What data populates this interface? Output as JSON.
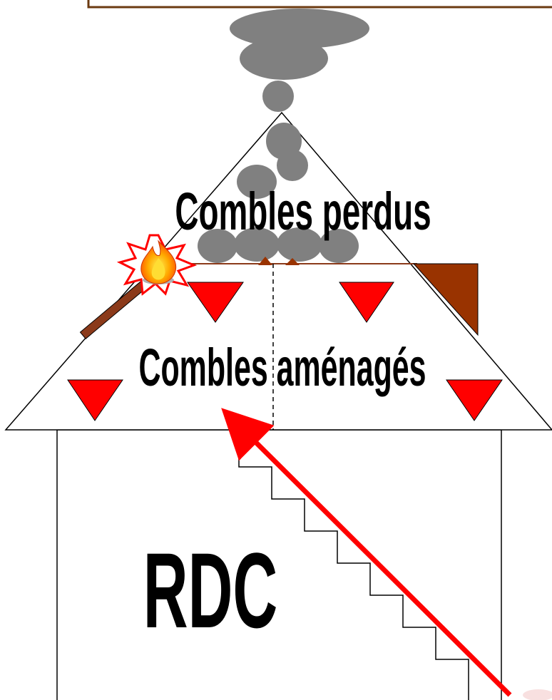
{
  "labels": {
    "attic_lost": "Combles perdus",
    "attic_converted": "Combles aménagés",
    "ground_floor": "RDC"
  },
  "colors": {
    "smoke": "#808080",
    "detector": "#ff0000",
    "arrow": "#ff0000",
    "hatch": "#993300",
    "beam": "#8b3a1a",
    "flame_outer": "#ff3300",
    "flame_inner": "#ffcc00",
    "outline": "#000000"
  }
}
